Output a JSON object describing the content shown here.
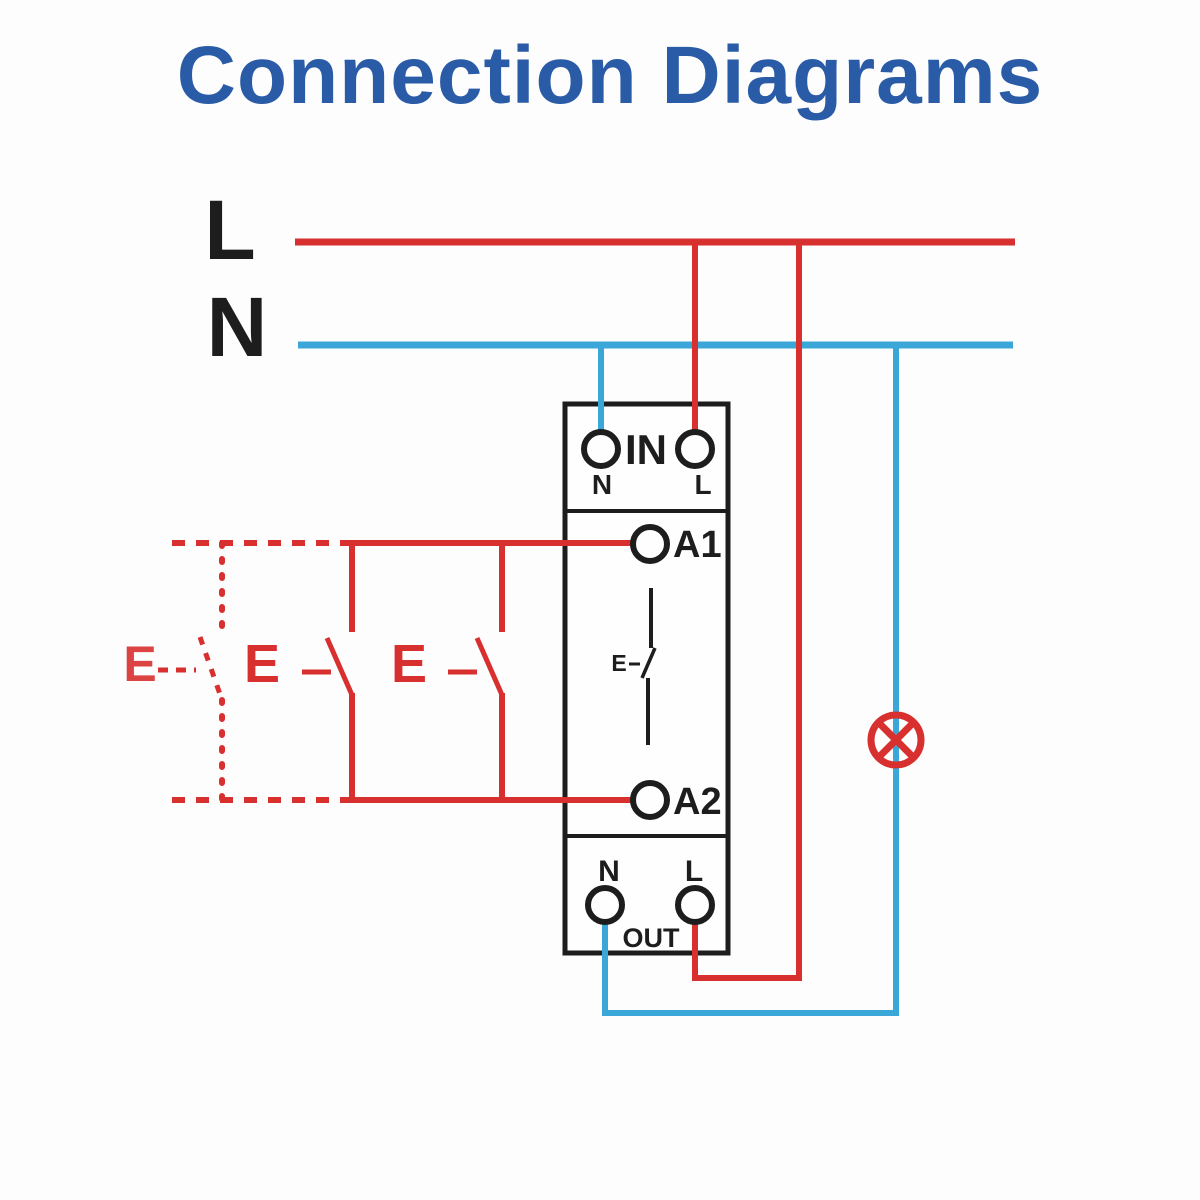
{
  "title": "Connection Diagrams",
  "colors": {
    "title_blue": "#2a5ba7",
    "wire_live_red": "#d8302f",
    "wire_neutral_blue": "#3ba7d8",
    "diagram_black": "#1d1d1d"
  },
  "supply": {
    "live_label": "L",
    "neutral_label": "N"
  },
  "device": {
    "in_section_label": "IN",
    "in_neutral_terminal": "N",
    "in_live_terminal": "L",
    "coil_terminal_top": "A1",
    "coil_terminal_bottom": "A2",
    "internal_contact_label": "E",
    "out_neutral_terminal": "N",
    "out_live_terminal": "L",
    "out_section_label": "OUT"
  },
  "push_buttons": {
    "extra_dashed_label": "E",
    "button1_label": "E",
    "button2_label": "E"
  },
  "lamp": {
    "icon": "lamp-icon"
  }
}
